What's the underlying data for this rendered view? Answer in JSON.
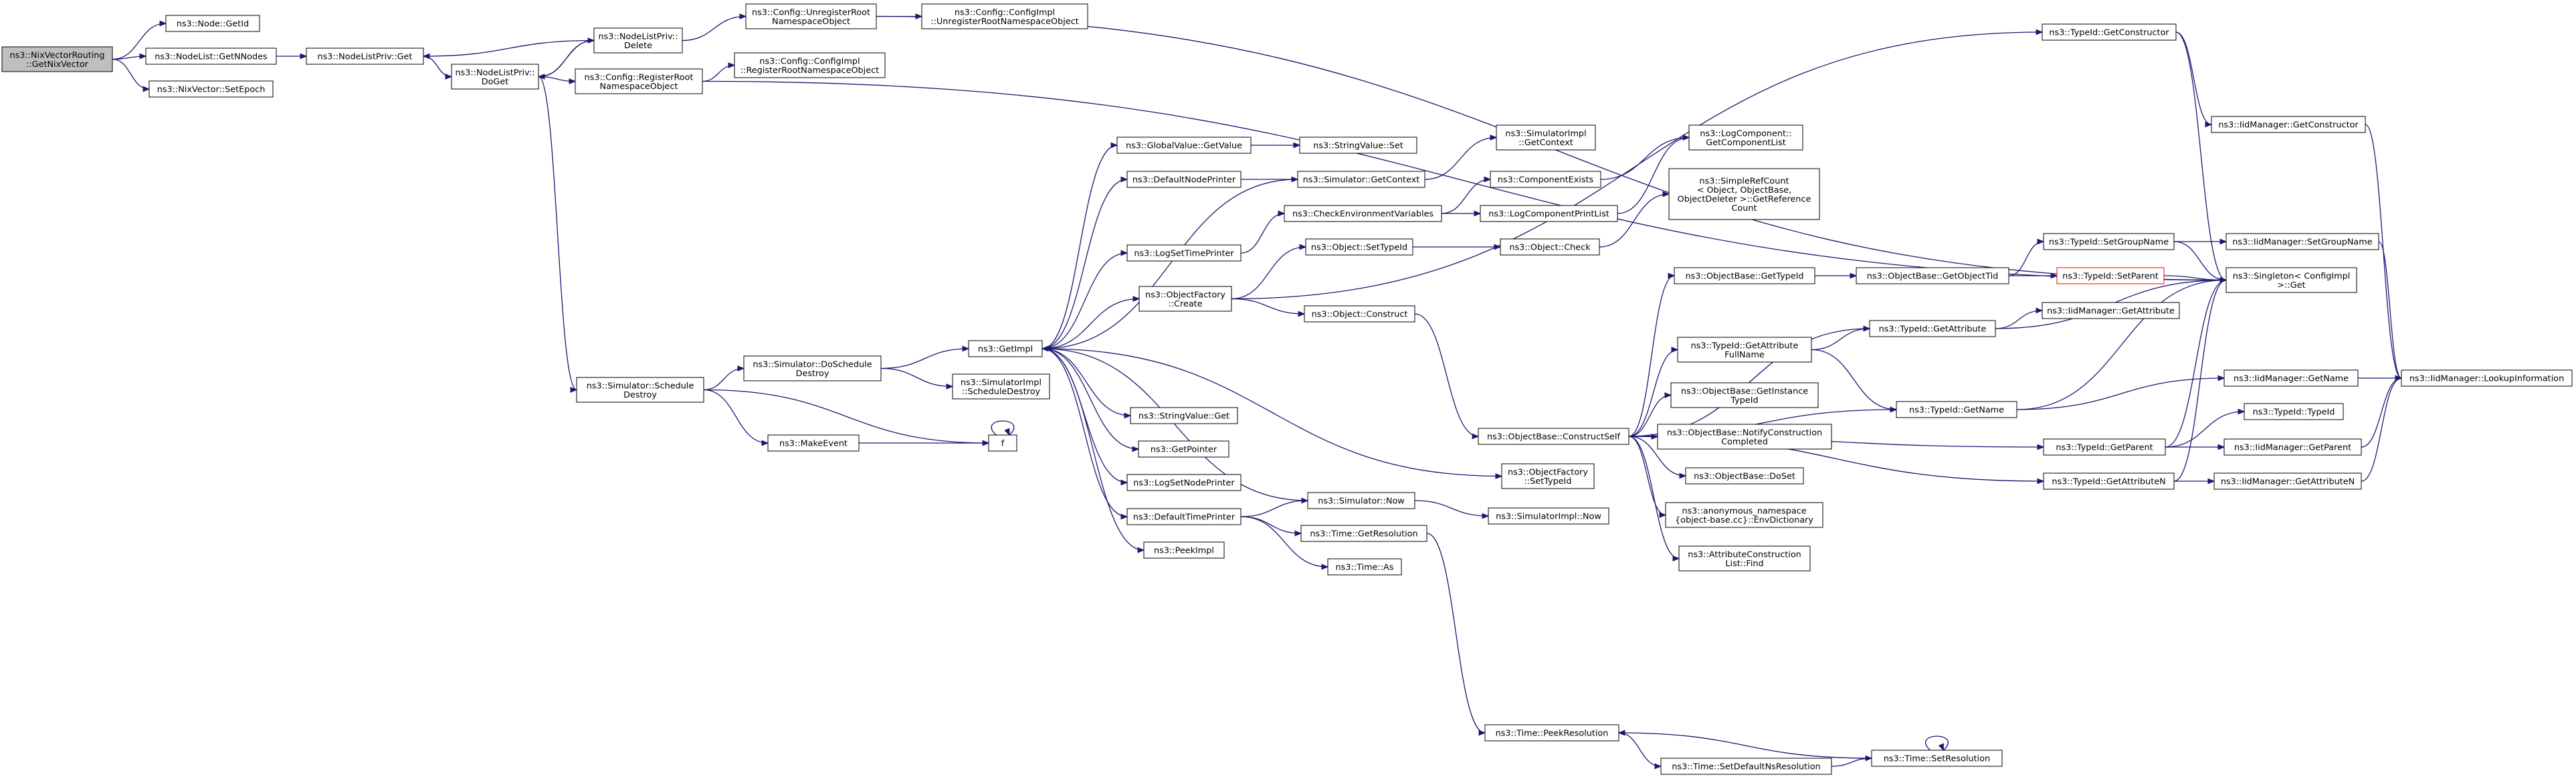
{
  "colors": {
    "edge": "#191970",
    "root_fill": "#bfbfbf",
    "highlight_border": "#ff0000"
  },
  "nodes": [
    {
      "id": "root",
      "lines": [
        "ns3::NixVectorRouting",
        "::GetNixVector"
      ]
    },
    {
      "id": "n_nodegetid",
      "lines": [
        "ns3::Node::GetId"
      ]
    },
    {
      "id": "n_nodelistgetn",
      "lines": [
        "ns3::NodeList::GetNNodes"
      ]
    },
    {
      "id": "n_nixsetepoch",
      "lines": [
        "ns3::NixVector::SetEpoch"
      ]
    },
    {
      "id": "n_nlpget",
      "lines": [
        "ns3::NodeListPriv::Get"
      ]
    },
    {
      "id": "n_nlpdoget",
      "lines": [
        "ns3::NodeListPriv::",
        "DoGet"
      ]
    },
    {
      "id": "n_nlpdelete",
      "lines": [
        "ns3::NodeListPriv::",
        "Delete"
      ]
    },
    {
      "id": "n_cfgunreg",
      "lines": [
        "ns3::Config::UnregisterRoot",
        "NamespaceObject"
      ]
    },
    {
      "id": "n_cfgimplunreg",
      "lines": [
        "ns3::Config::ConfigImpl",
        "::UnregisterRootNamespaceObject"
      ]
    },
    {
      "id": "n_cfgreg",
      "lines": [
        "ns3::Config::RegisterRoot",
        "NamespaceObject"
      ]
    },
    {
      "id": "n_cfgimplreg",
      "lines": [
        "ns3::Config::ConfigImpl",
        "::RegisterRootNamespaceObject"
      ]
    },
    {
      "id": "n_simschedule",
      "lines": [
        "ns3::Simulator::Schedule",
        "Destroy"
      ]
    },
    {
      "id": "n_makeevent",
      "lines": [
        "ns3::MakeEvent"
      ]
    },
    {
      "id": "n_simdosched",
      "lines": [
        "ns3::Simulator::DoSchedule",
        "Destroy"
      ]
    },
    {
      "id": "n_f",
      "lines": [
        "f"
      ]
    },
    {
      "id": "n_getimpl",
      "lines": [
        "ns3::GetImpl"
      ]
    },
    {
      "id": "n_simimplsched",
      "lines": [
        "ns3::SimulatorImpl",
        "::ScheduleDestroy"
      ]
    },
    {
      "id": "n_gvgetvalue",
      "lines": [
        "ns3::GlobalValue::GetValue"
      ]
    },
    {
      "id": "n_defnodeprinter",
      "lines": [
        "ns3::DefaultNodePrinter"
      ]
    },
    {
      "id": "n_logsettime",
      "lines": [
        "ns3::LogSetTimePrinter"
      ]
    },
    {
      "id": "n_objfactcreate",
      "lines": [
        "ns3::ObjectFactory",
        "::Create"
      ]
    },
    {
      "id": "n_strvalueget",
      "lines": [
        "ns3::StringValue::Get"
      ]
    },
    {
      "id": "n_getpointer",
      "lines": [
        "ns3::GetPointer"
      ]
    },
    {
      "id": "n_logsetnode",
      "lines": [
        "ns3::LogSetNodePrinter"
      ]
    },
    {
      "id": "n_deftimeprinter",
      "lines": [
        "ns3::DefaultTimePrinter"
      ]
    },
    {
      "id": "n_peekimpl",
      "lines": [
        "ns3::PeekImpl"
      ]
    },
    {
      "id": "n_strvalueset",
      "lines": [
        "ns3::StringValue::Set"
      ]
    },
    {
      "id": "n_simgetcontext",
      "lines": [
        "ns3::Simulator::GetContext"
      ]
    },
    {
      "id": "n_checkenv",
      "lines": [
        "ns3::CheckEnvironmentVariables"
      ]
    },
    {
      "id": "n_objsettypeid",
      "lines": [
        "ns3::Object::SetTypeId"
      ]
    },
    {
      "id": "n_objconstruct",
      "lines": [
        "ns3::Object::Construct"
      ]
    },
    {
      "id": "n_simnow",
      "lines": [
        "ns3::Simulator::Now"
      ]
    },
    {
      "id": "n_timegetres",
      "lines": [
        "ns3::Time::GetResolution"
      ]
    },
    {
      "id": "n_timeas",
      "lines": [
        "ns3::Time::As"
      ]
    },
    {
      "id": "n_simimplgetctx",
      "lines": [
        "ns3::SimulatorImpl",
        "::GetContext"
      ]
    },
    {
      "id": "n_compexists",
      "lines": [
        "ns3::ComponentExists"
      ]
    },
    {
      "id": "n_logcompprint",
      "lines": [
        "ns3::LogComponentPrintList"
      ]
    },
    {
      "id": "n_objcheck",
      "lines": [
        "ns3::Object::Check"
      ]
    },
    {
      "id": "n_objfactsettid",
      "lines": [
        "ns3::ObjectFactory",
        "::SetTypeId"
      ]
    },
    {
      "id": "n_simimplnow",
      "lines": [
        "ns3::SimulatorImpl::Now"
      ]
    },
    {
      "id": "n_timepeekres",
      "lines": [
        "ns3::Time::PeekResolution"
      ]
    },
    {
      "id": "n_timesetdefns",
      "lines": [
        "ns3::Time::SetDefaultNsResolution"
      ]
    },
    {
      "id": "n_timesetres",
      "lines": [
        "ns3::Time::SetResolution"
      ]
    },
    {
      "id": "n_logcompget",
      "lines": [
        "ns3::LogComponent::",
        "GetComponentList"
      ]
    },
    {
      "id": "n_simplerefcount",
      "lines": [
        "ns3::SimpleRefCount",
        "< Object, ObjectBase,",
        "ObjectDeleter >::GetReference",
        "Count"
      ]
    },
    {
      "id": "n_obconstructself",
      "lines": [
        "ns3::ObjectBase::ConstructSelf"
      ]
    },
    {
      "id": "n_obgettypeid",
      "lines": [
        "ns3::ObjectBase::GetTypeId"
      ]
    },
    {
      "id": "n_tidgetattrfull",
      "lines": [
        "ns3::TypeId::GetAttribute",
        "FullName"
      ]
    },
    {
      "id": "n_obgetinstance",
      "lines": [
        "ns3::ObjectBase::GetInstance",
        "TypeId"
      ]
    },
    {
      "id": "n_obnotify",
      "lines": [
        "ns3::ObjectBase::NotifyConstruction",
        "Completed"
      ]
    },
    {
      "id": "n_obdoset",
      "lines": [
        "ns3::ObjectBase::DoSet"
      ]
    },
    {
      "id": "n_anonenv",
      "lines": [
        "ns3::anonymous_namespace",
        "{object-base.cc}::EnvDictionary"
      ]
    },
    {
      "id": "n_attrconstr",
      "lines": [
        "ns3::AttributeConstruction",
        "List::Find"
      ]
    },
    {
      "id": "n_obgetobjtid",
      "lines": [
        "ns3::ObjectBase::GetObjectTid"
      ]
    },
    {
      "id": "n_tidgetattr",
      "lines": [
        "ns3::TypeId::GetAttribute"
      ]
    },
    {
      "id": "n_tidgetname",
      "lines": [
        "ns3::TypeId::GetName"
      ]
    },
    {
      "id": "n_tidgetparent",
      "lines": [
        "ns3::TypeId::GetParent"
      ]
    },
    {
      "id": "n_tidgetattrn",
      "lines": [
        "ns3::TypeId::GetAttributeN"
      ]
    },
    {
      "id": "n_tidgetconstructor",
      "lines": [
        "ns3::TypeId::GetConstructor"
      ]
    },
    {
      "id": "n_tidgetgroup",
      "lines": [
        "ns3::TypeId::SetGroupName"
      ]
    },
    {
      "id": "n_tidsetparent",
      "lines": [
        "ns3::TypeId::SetParent"
      ]
    },
    {
      "id": "n_iidgetattr",
      "lines": [
        "ns3::IidManager::GetAttribute"
      ]
    },
    {
      "id": "n_tidtypeid",
      "lines": [
        "ns3::TypeId::TypeId"
      ]
    },
    {
      "id": "n_iidgetconstructor",
      "lines": [
        "ns3::IidManager::GetConstructor"
      ]
    },
    {
      "id": "n_iidsetgroup",
      "lines": [
        "ns3::IidManager::SetGroupName"
      ]
    },
    {
      "id": "n_singleton",
      "lines": [
        "ns3::Singleton< ConfigImpl",
        " >::Get"
      ]
    },
    {
      "id": "n_iidgetname",
      "lines": [
        "ns3::IidManager::GetName"
      ]
    },
    {
      "id": "n_iidgetparent",
      "lines": [
        "ns3::IidManager::GetParent"
      ]
    },
    {
      "id": "n_iidgetattrn",
      "lines": [
        "ns3::IidManager::GetAttributeN"
      ]
    },
    {
      "id": "n_iidlookup",
      "lines": [
        "ns3::IidManager::LookupInformation"
      ]
    }
  ]
}
